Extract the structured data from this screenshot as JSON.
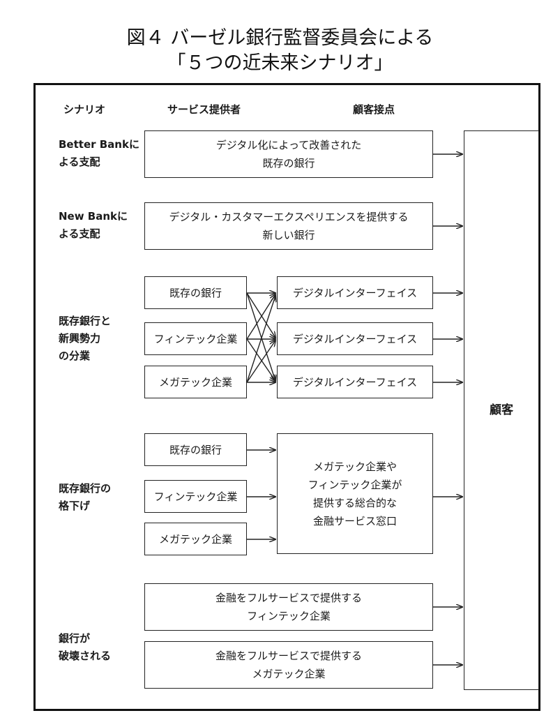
{
  "title": {
    "line1": "図４ バーゼル銀行監督委員会による",
    "line2": "「５つの近未来シナリオ」"
  },
  "headers": {
    "scenario": "シナリオ",
    "provider": "サービス提供者",
    "contact": "顧客接点"
  },
  "scenarios": {
    "better_bank": "Better Bankに\nよる支配",
    "new_bank": "New Bankに\nよる支配",
    "distributed": "既存銀行と\n新興勢力\nの分業",
    "relegated": "既存銀行の\n格下げ",
    "disintermediated": "銀行が\n破壊される"
  },
  "boxes": {
    "better_bank": "デジタル化によって改善された\n既存の銀行",
    "new_bank": "デジタル・カスタマーエクスペリエンスを提供する\n新しい銀行",
    "incumbent": "既存の銀行",
    "fintech": "フィンテック企業",
    "bigtech": "メガテック企業",
    "interface": "デジタルインターフェイス",
    "aggregator": "メガテック企業や\nフィンテック企業が\n提供する総合的な\n金融サービス窓口",
    "full_fintech": "金融をフルサービスで提供する\nフィンテック企業",
    "full_bigtech": "金融をフルサービスで提供する\nメガテック企業",
    "customer": "顧客"
  }
}
